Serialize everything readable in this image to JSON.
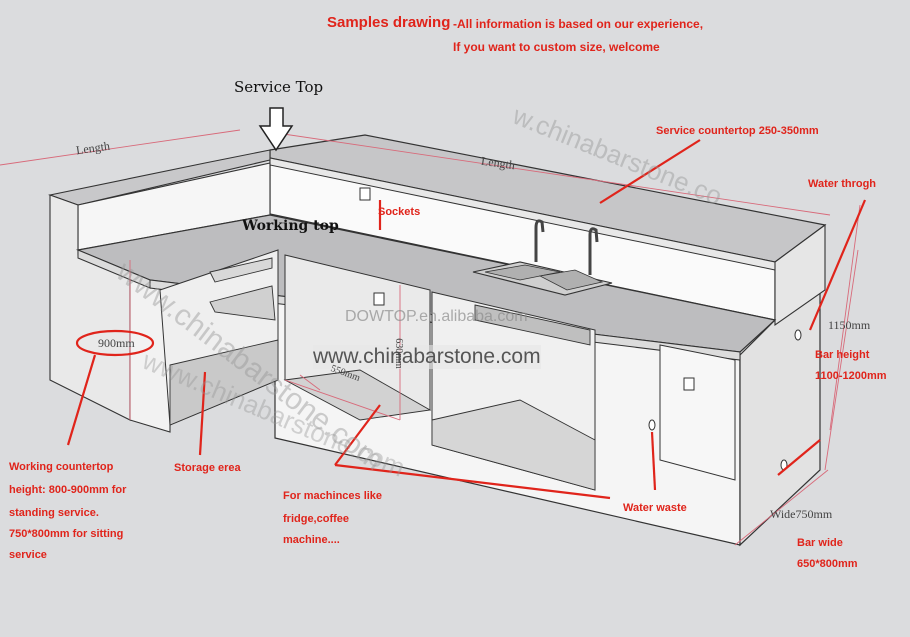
{
  "header": {
    "title": "Samples drawing",
    "note_line1": "-All information is based on our experience,",
    "note_line2": "If you want to custom size, welcome"
  },
  "labels": {
    "service_top": "Service Top",
    "working_top": "Working top",
    "sockets": "Sockets",
    "service_countertop": "Service countertop 250-350mm",
    "water_through": "Water throgh",
    "bar_height_1": "Bar height",
    "bar_height_2": "1100-1200mm",
    "working_countertop": [
      "Working countertop",
      "height: 800-900mm for",
      "standing service.",
      "750*800mm for sitting",
      "service"
    ],
    "storage_area": "Storage erea",
    "machines": [
      "For machinces like",
      "fridge,coffee",
      "machine...."
    ],
    "water_waste": "Water waste",
    "bar_wide_1": "Bar wide",
    "bar_wide_2": "650*800mm"
  },
  "dimensions": {
    "length_left": "Length",
    "length_right": "Length",
    "height_900": "900mm",
    "height_1150": "1150mm",
    "wide_750": "Wide750mm",
    "dim_630": "630mm",
    "dim_550": "550mm"
  },
  "watermarks": {
    "site_diag_1": "www.chinabarstone.com",
    "site_diag_2": "w.chinabarstone.co",
    "site_center": "www.chinabarstone.com",
    "dowtop": "DOWTOP.en.alibaba.com"
  },
  "colors": {
    "annotation_red": "#e0241b",
    "background": "#dbdcde",
    "counter_top": "#b9b9bb",
    "panel_white": "#f4f4f4"
  }
}
